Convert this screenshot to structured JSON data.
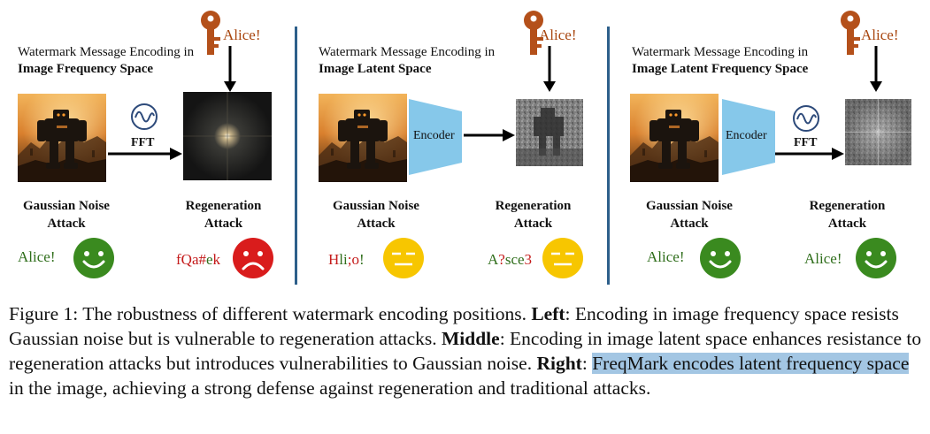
{
  "panels": [
    {
      "title_line1": "Watermark Message Encoding in",
      "title_line2": "Image Frequency Space",
      "key_label": "Alice!",
      "op_label": "FFT",
      "left_attack": "Gaussian Noise Attack",
      "right_attack": "Regeneration Attack",
      "left_msg": "Alice!",
      "right_msg_parts": [
        "f",
        "Q",
        "a",
        "#",
        "e",
        "k"
      ],
      "left_face": "happy-face-icon",
      "right_face": "sad-face-icon"
    },
    {
      "title_line1": "Watermark Message Encoding in",
      "title_line2": "Image Latent Space",
      "key_label": "Alice!",
      "op_label": "Encoder",
      "left_attack": "Gaussian Noise Attack",
      "right_attack": "Regeneration Attack",
      "left_msg_parts": [
        "H",
        "l",
        "i",
        ";",
        "o",
        "!"
      ],
      "right_msg_parts": [
        "A",
        "?",
        "s",
        "c",
        "e",
        "3"
      ],
      "left_face": "neutral-face-icon",
      "right_face": "neutral-face-icon"
    },
    {
      "title_line1": "Watermark Message Encoding in",
      "title_line2": "Image Latent Frequency Space",
      "key_label": "Alice!",
      "op_label": "Encoder",
      "op2_label": "FFT",
      "left_attack": "Gaussian Noise Attack",
      "right_attack": "Regeneration Attack",
      "left_msg": "Alice!",
      "right_msg": "Alice!",
      "left_face": "happy-face-icon",
      "right_face": "happy-face-icon"
    }
  ],
  "colors": {
    "key": "#a8460f",
    "divider": "#2d5f8a",
    "encoder": "#86c8ea",
    "happy": "#3a8a1f",
    "sad": "#d91c1c",
    "neutral": "#f7c600",
    "msg_green": "#2f6e1b",
    "msg_red": "#c41a1a",
    "highlight": "#a3c6e3"
  },
  "caption": {
    "figure": "Figure 1:",
    "intro": " The robustness of different watermark encoding positions. ",
    "left_label": "Left",
    "left_text": ": Encoding in image frequency space resists Gaussian noise but is vulnerable to regeneration attacks. ",
    "middle_label": "Middle",
    "middle_text": ": Encoding in image latent space enhances resistance to regeneration attacks but introduces vulnerabilities to Gaussian noise. ",
    "right_label": "Right",
    "right_sep": ": ",
    "right_highlight": "FreqMark encodes latent frequency space",
    "right_text": " in the image, achieving a strong defense against regeneration and traditional attacks."
  }
}
